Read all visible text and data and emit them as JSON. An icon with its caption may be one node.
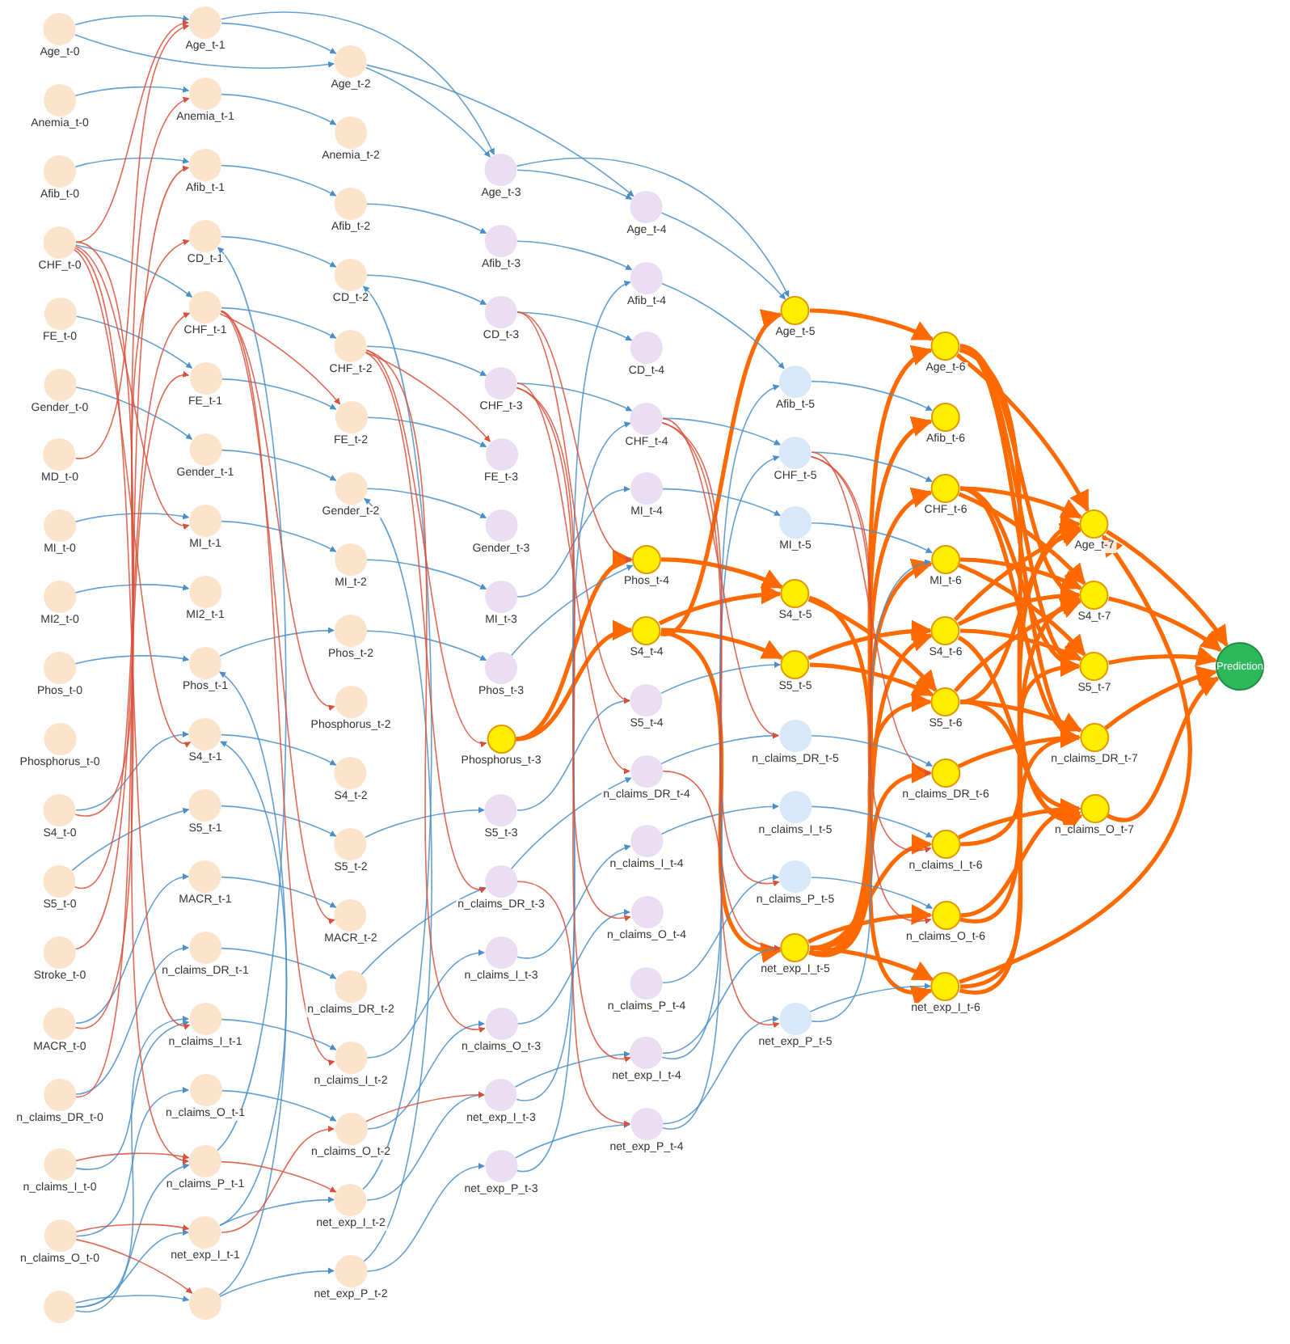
{
  "diagram": {
    "nodes": [
      {
        "text": [
          "Age_t-0"
        ]
      },
      {
        "text": [
          "Anemia_t-0"
        ]
      },
      {
        "text": [
          "Afib_t-0"
        ]
      },
      {
        "text": [
          "CHF_t-0"
        ]
      },
      {
        "text": [
          "FE_t-0"
        ]
      },
      {
        "text": [
          "Gender_t-0"
        ]
      },
      {
        "text": [
          "MD_t-0"
        ]
      },
      {
        "text": [
          "MI_t-0"
        ]
      },
      {
        "text": [
          "MI2_t-0"
        ]
      },
      {
        "text": [
          "Phos_t-0"
        ]
      },
      {
        "text": [
          "Phosphorus_t-0"
        ]
      },
      {
        "text": [
          "S4_t-0"
        ]
      },
      {
        "text": [
          "S5_t-0"
        ]
      },
      {
        "text": [
          "Stroke_t-0"
        ]
      },
      {
        "text": [
          "MACR_t-0"
        ]
      },
      {
        "text": [
          "n_claims_DR_t-0"
        ]
      },
      {
        "text": [
          "n_claims_I_t-0"
        ]
      },
      {
        "text": [
          "n_claims_O_t-0"
        ]
      },
      {
        "text": [],
        "shape": "circle"
      },
      {
        "text": [
          "Age_t-1"
        ]
      },
      {
        "text": [
          "Anemia_t-1"
        ]
      },
      {
        "text": [
          "Afib_t-1"
        ]
      },
      {
        "text": [
          "CD_t-1"
        ]
      },
      {
        "text": [
          "CHF_t-1"
        ]
      },
      {
        "text": [
          "FE_t-1"
        ]
      },
      {
        "text": [
          "Gender_t-1"
        ]
      },
      {
        "text": [
          "MI_t-1"
        ]
      },
      {
        "text": [
          "MI2_t-1"
        ]
      },
      {
        "text": [
          "Phos_t-1"
        ]
      },
      {
        "text": [
          "S4_t-1"
        ]
      },
      {
        "text": [
          "S5_t-1"
        ]
      },
      {
        "text": [
          "MACR_t-1"
        ]
      },
      {
        "text": [
          "n_claims_DR_t-1"
        ]
      },
      {
        "text": [
          "n_claims_I_t-1"
        ]
      },
      {
        "text": [
          "n_claims_O_t-1"
        ]
      },
      {
        "text": [
          "n_claims_P_t-1"
        ]
      },
      {
        "text": [
          "net_exp_I_t-1"
        ]
      },
      {
        "text": [],
        "shape": "circle"
      },
      {
        "text": [
          "Age_t-2"
        ]
      },
      {
        "text": [
          "Anemia_t-2"
        ]
      },
      {
        "text": [
          "Afib_t-2"
        ]
      },
      {
        "text": [
          "CD_t-2"
        ]
      },
      {
        "text": [
          "CHF_t-2"
        ]
      },
      {
        "text": [
          "FE_t-2"
        ]
      },
      {
        "text": [
          "Gender_t-2"
        ]
      },
      {
        "text": [
          "MI_t-2"
        ]
      },
      {
        "text": [
          "Phos_t-2"
        ]
      },
      {
        "text": [
          "Phosphorus_t-2"
        ]
      },
      {
        "text": [
          "S4_t-2"
        ]
      },
      {
        "text": [
          "S5_t-2"
        ]
      },
      {
        "text": [
          "MACR_t-2"
        ]
      },
      {
        "text": [
          "n_claims_DR_t-2"
        ]
      },
      {
        "text": [
          "n_claims_I_t-2"
        ]
      },
      {
        "text": [
          "n_claims_O_t-2"
        ]
      },
      {
        "text": [
          "net_exp_I_t-2"
        ]
      },
      {
        "text": [
          "net_exp_P_t-2"
        ]
      },
      {
        "text": [
          "Age_t-3"
        ]
      },
      {
        "text": [
          "Afib_t-3"
        ]
      },
      {
        "text": [
          "CD_t-3"
        ]
      },
      {
        "text": [
          "CHF_t-3"
        ]
      },
      {
        "text": [
          "FE_t-3"
        ]
      },
      {
        "text": [
          "Gender_t-3"
        ]
      },
      {
        "text": [
          "MI_t-3"
        ]
      },
      {
        "text": [
          "Phos_t-3"
        ]
      },
      {
        "text": [
          "Phosphorus_t-3"
        ]
      },
      {
        "text": [
          "S5_t-3"
        ]
      },
      {
        "text": [
          "n_claims_DR_t-3"
        ]
      },
      {
        "text": [
          "n_claims_I_t-3"
        ]
      },
      {
        "text": [
          "n_claims_O_t-3"
        ]
      },
      {
        "text": [
          "net_exp_I_t-3"
        ]
      },
      {
        "text": [
          "net_exp_P_t-3"
        ]
      },
      {
        "text": [
          "Age_t-4"
        ]
      },
      {
        "text": [
          "Afib_t-4"
        ]
      },
      {
        "text": [
          "CD_t-4"
        ]
      },
      {
        "text": [
          "CHF_t-4"
        ]
      },
      {
        "text": [
          "MI_t-4"
        ]
      },
      {
        "text": [
          "Phos_t-4"
        ]
      },
      {
        "text": [
          "S4_t-4"
        ]
      },
      {
        "text": [
          "S5_t-4"
        ]
      },
      {
        "text": [
          "n_claims_DR_t-4"
        ]
      },
      {
        "text": [
          "n_claims_I_t-4"
        ]
      },
      {
        "text": [
          "n_claims_O_t-4"
        ]
      },
      {
        "text": [
          "n_claims_P_t-4"
        ]
      },
      {
        "text": [
          "net_exp_I_t-4"
        ]
      },
      {
        "text": [
          "net_exp_P_t-4"
        ]
      },
      {
        "text": [
          "Age_t-5"
        ]
      },
      {
        "text": [
          "Afib_t-5"
        ]
      },
      {
        "text": [
          "CHF_t-5"
        ]
      },
      {
        "text": [
          "MI_t-5"
        ]
      },
      {
        "text": [
          "S4_t-5"
        ]
      },
      {
        "text": [
          "S5_t-5"
        ]
      },
      {
        "text": [
          "n_claims_DR_t-5"
        ]
      },
      {
        "text": [
          "n_claims_I_t-5"
        ]
      },
      {
        "text": [
          "n_claims_P_t-5"
        ]
      },
      {
        "text": [
          "net_exp_I_t-5"
        ]
      },
      {
        "text": [
          "net_exp_P_t-5"
        ]
      },
      {
        "text": [
          "Age_t-6"
        ]
      },
      {
        "text": [
          "Afib_t-6"
        ]
      },
      {
        "text": [
          "CHF_t-6"
        ]
      },
      {
        "text": [
          "MI_t-6"
        ]
      },
      {
        "text": [
          "S4_t-6"
        ]
      },
      {
        "text": [
          "S5_t-6"
        ]
      },
      {
        "text": [
          "n_claims_DR_t-6"
        ]
      },
      {
        "text": [
          "n_claims_I_t-6"
        ]
      },
      {
        "text": [
          "n_claims_O_t-6"
        ]
      },
      {
        "text": [
          "net_exp_I_t-6"
        ]
      },
      {
        "text": [
          "Age_t-7"
        ]
      },
      {
        "text": [
          "S4_t-7"
        ]
      },
      {
        "text": [
          "S5_t-7"
        ]
      },
      {
        "text": [
          "n_claims_DR_t-7"
        ]
      },
      {
        "text": [
          "n_claims_O_t-7"
        ]
      },
      {
        "text": [
          "Prediction"
        ]
      }
    ],
    "edges": [
      {
        "from": 106,
        "to": 111,
        "arrow": "to",
        "style": "thick",
        "color": "#ff6a00"
      },
      {
        "from": 107,
        "to": 111,
        "arrow": "to",
        "style": "thick",
        "color": "#ff6a00"
      },
      {
        "from": 108,
        "to": 111,
        "arrow": "to",
        "style": "thick",
        "color": "#ff6a00"
      },
      {
        "from": 109,
        "to": 111,
        "arrow": "to",
        "style": "thick",
        "color": "#ff6a00"
      },
      {
        "from": 110,
        "to": 111,
        "arrow": "to",
        "style": "thick",
        "color": "#ff6a00"
      },
      {
        "from": 96,
        "to": 106,
        "arrow": "to",
        "style": "thick",
        "color": "#ff6a00"
      },
      {
        "from": 96,
        "to": 107,
        "arrow": "to",
        "style": "thick",
        "color": "#ff6a00"
      },
      {
        "from": 96,
        "to": 108,
        "arrow": "to",
        "style": "thick",
        "color": "#ff6a00"
      },
      {
        "from": 96,
        "to": 109,
        "arrow": "to",
        "style": "thick",
        "color": "#ff6a00"
      },
      {
        "from": 96,
        "to": 110,
        "arrow": "to",
        "style": "thick",
        "color": "#ff6a00"
      },
      {
        "from": 98,
        "to": 106,
        "arrow": "to",
        "style": "thick",
        "color": "#ff6a00"
      },
      {
        "from": 98,
        "to": 107,
        "arrow": "to",
        "style": "thick",
        "color": "#ff6a00"
      },
      {
        "from": 98,
        "to": 108,
        "arrow": "to",
        "style": "thick",
        "color": "#ff6a00"
      },
      {
        "from": 98,
        "to": 109,
        "arrow": "to",
        "style": "thick",
        "color": "#ff6a00"
      },
      {
        "from": 99,
        "to": 107,
        "arrow": "to",
        "style": "thick",
        "color": "#ff6a00"
      },
      {
        "from": 99,
        "to": 108,
        "arrow": "to",
        "style": "thick",
        "color": "#ff6a00"
      },
      {
        "from": 100,
        "to": 106,
        "arrow": "to",
        "style": "thick",
        "color": "#ff6a00"
      },
      {
        "from": 100,
        "to": 107,
        "arrow": "to",
        "style": "thick",
        "color": "#ff6a00"
      },
      {
        "from": 100,
        "to": 108,
        "arrow": "to",
        "style": "thick",
        "color": "#ff6a00"
      },
      {
        "from": 100,
        "to": 110,
        "arrow": "to",
        "style": "thick",
        "color": "#ff6a00"
      },
      {
        "from": 101,
        "to": 106,
        "arrow": "to",
        "style": "thick",
        "color": "#ff6a00"
      },
      {
        "from": 101,
        "to": 107,
        "arrow": "to",
        "style": "thick",
        "color": "#ff6a00"
      },
      {
        "from": 101,
        "to": 109,
        "arrow": "to",
        "style": "thick",
        "color": "#ff6a00"
      },
      {
        "from": 101,
        "to": 110,
        "arrow": "to",
        "style": "thick",
        "color": "#ff6a00"
      },
      {
        "from": 102,
        "to": 109,
        "arrow": "to",
        "style": "thick",
        "color": "#ff6a00"
      },
      {
        "from": 103,
        "to": 108,
        "arrow": "to",
        "style": "thick",
        "color": "#ff6a00"
      },
      {
        "from": 103,
        "to": 110,
        "arrow": "to",
        "style": "thick",
        "color": "#ff6a00"
      },
      {
        "from": 104,
        "to": 106,
        "arrow": "to",
        "style": "thick",
        "color": "#ff6a00"
      },
      {
        "from": 104,
        "to": 110,
        "arrow": "to",
        "style": "thick",
        "color": "#ff6a00"
      },
      {
        "from": 105,
        "to": 106,
        "arrow": "to",
        "style": "thick",
        "color": "#ff6a00"
      },
      {
        "from": 105,
        "to": 107,
        "arrow": "to",
        "style": "thick",
        "color": "#ff6a00"
      },
      {
        "from": 105,
        "to": 109,
        "arrow": "to",
        "style": "thick",
        "color": "#ff6a00"
      },
      {
        "from": 85,
        "to": 96,
        "arrow": "to",
        "style": "thick",
        "color": "#ff6a00"
      },
      {
        "from": 89,
        "to": 101,
        "arrow": "to",
        "style": "thick",
        "color": "#ff6a00"
      },
      {
        "from": 89,
        "to": 105,
        "arrow": "to",
        "style": "thick",
        "color": "#ff6a00"
      },
      {
        "from": 90,
        "to": 100,
        "arrow": "to",
        "style": "thick",
        "color": "#ff6a00"
      },
      {
        "from": 90,
        "to": 101,
        "arrow": "to",
        "style": "thick",
        "color": "#ff6a00"
      },
      {
        "from": 94,
        "to": 96,
        "arrow": "to",
        "style": "thick",
        "color": "#ff6a00"
      },
      {
        "from": 94,
        "to": 97,
        "arrow": "to",
        "style": "thick",
        "color": "#ff6a00"
      },
      {
        "from": 94,
        "to": 98,
        "arrow": "to",
        "style": "thick",
        "color": "#ff6a00"
      },
      {
        "from": 94,
        "to": 99,
        "arrow": "to",
        "style": "thick",
        "color": "#ff6a00"
      },
      {
        "from": 94,
        "to": 100,
        "arrow": "to",
        "style": "thick",
        "color": "#ff6a00"
      },
      {
        "from": 94,
        "to": 101,
        "arrow": "to",
        "style": "thick",
        "color": "#ff6a00"
      },
      {
        "from": 94,
        "to": 102,
        "arrow": "to",
        "style": "thick",
        "color": "#ff6a00"
      },
      {
        "from": 94,
        "to": 103,
        "arrow": "to",
        "style": "thick",
        "color": "#ff6a00"
      },
      {
        "from": 94,
        "to": 104,
        "arrow": "to",
        "style": "thick",
        "color": "#ff6a00"
      },
      {
        "from": 94,
        "to": 105,
        "arrow": "to",
        "style": "thick",
        "color": "#ff6a00"
      },
      {
        "from": 76,
        "to": 89,
        "arrow": "to",
        "style": "thick",
        "color": "#ff6a00"
      },
      {
        "from": 77,
        "to": 85,
        "arrow": "to",
        "style": "thick",
        "color": "#ff6a00"
      },
      {
        "from": 77,
        "to": 89,
        "arrow": "to",
        "style": "thick",
        "color": "#ff6a00"
      },
      {
        "from": 77,
        "to": 90,
        "arrow": "to",
        "style": "thick",
        "color": "#ff6a00"
      },
      {
        "from": 77,
        "to": 94,
        "arrow": "to",
        "style": "thick",
        "color": "#ff6a00"
      },
      {
        "from": 64,
        "to": 76,
        "arrow": "to",
        "style": "thick",
        "color": "#ff6a00"
      },
      {
        "from": 64,
        "to": 77,
        "arrow": "to",
        "style": "thick",
        "color": "#ff6a00"
      },
      {
        "from": 0,
        "to": 19,
        "arrow": "to"
      },
      {
        "from": 1,
        "to": 20,
        "arrow": "to"
      },
      {
        "from": 2,
        "to": 21,
        "arrow": "to"
      },
      {
        "from": 3,
        "to": 23,
        "arrow": "to"
      },
      {
        "from": 4,
        "to": 24,
        "arrow": "to"
      },
      {
        "from": 5,
        "to": 25,
        "arrow": "to"
      },
      {
        "from": 7,
        "to": 26,
        "arrow": "to"
      },
      {
        "from": 8,
        "to": 27,
        "arrow": "to"
      },
      {
        "from": 9,
        "to": 28,
        "arrow": "to"
      },
      {
        "from": 11,
        "to": 29,
        "arrow": "to"
      },
      {
        "from": 12,
        "to": 30,
        "arrow": "to"
      },
      {
        "from": 14,
        "to": 31,
        "arrow": "to"
      },
      {
        "from": 15,
        "to": 32,
        "arrow": "to"
      },
      {
        "from": 16,
        "to": 33,
        "arrow": "to"
      },
      {
        "from": 17,
        "to": 34,
        "arrow": "to"
      },
      {
        "from": 19,
        "to": 38,
        "arrow": "to"
      },
      {
        "from": 20,
        "to": 39,
        "arrow": "to"
      },
      {
        "from": 21,
        "to": 40,
        "arrow": "to"
      },
      {
        "from": 22,
        "to": 41,
        "arrow": "to"
      },
      {
        "from": 23,
        "to": 42,
        "arrow": "to"
      },
      {
        "from": 24,
        "to": 43,
        "arrow": "to"
      },
      {
        "from": 25,
        "to": 44,
        "arrow": "to"
      },
      {
        "from": 26,
        "to": 45,
        "arrow": "to"
      },
      {
        "from": 28,
        "to": 46,
        "arrow": "to"
      },
      {
        "from": 29,
        "to": 48,
        "arrow": "to"
      },
      {
        "from": 30,
        "to": 49,
        "arrow": "to"
      },
      {
        "from": 31,
        "to": 50,
        "arrow": "to"
      },
      {
        "from": 32,
        "to": 51,
        "arrow": "to"
      },
      {
        "from": 33,
        "to": 52,
        "arrow": "to"
      },
      {
        "from": 34,
        "to": 53,
        "arrow": "to"
      },
      {
        "from": 36,
        "to": 54,
        "arrow": "to"
      },
      {
        "from": 38,
        "to": 56,
        "arrow": "to"
      },
      {
        "from": 40,
        "to": 57,
        "arrow": "to"
      },
      {
        "from": 41,
        "to": 58,
        "arrow": "to"
      },
      {
        "from": 42,
        "to": 59,
        "arrow": "to"
      },
      {
        "from": 43,
        "to": 60,
        "arrow": "to"
      },
      {
        "from": 44,
        "to": 61,
        "arrow": "to"
      },
      {
        "from": 45,
        "to": 62,
        "arrow": "to"
      },
      {
        "from": 46,
        "to": 63,
        "arrow": "to"
      },
      {
        "from": 49,
        "to": 65,
        "arrow": "to"
      },
      {
        "from": 51,
        "to": 66,
        "arrow": "to"
      },
      {
        "from": 52,
        "to": 67,
        "arrow": "to"
      },
      {
        "from": 53,
        "to": 68,
        "arrow": "to"
      },
      {
        "from": 54,
        "to": 69,
        "arrow": "to"
      },
      {
        "from": 55,
        "to": 70,
        "arrow": "to"
      },
      {
        "from": 56,
        "to": 71,
        "arrow": "to"
      },
      {
        "from": 57,
        "to": 72,
        "arrow": "to"
      },
      {
        "from": 58,
        "to": 73,
        "arrow": "to"
      },
      {
        "from": 59,
        "to": 74,
        "arrow": "to"
      },
      {
        "from": 62,
        "to": 75,
        "arrow": "to"
      },
      {
        "from": 63,
        "to": 76,
        "arrow": "to"
      },
      {
        "from": 65,
        "to": 78,
        "arrow": "to"
      },
      {
        "from": 66,
        "to": 79,
        "arrow": "to"
      },
      {
        "from": 67,
        "to": 80,
        "arrow": "to"
      },
      {
        "from": 68,
        "to": 81,
        "arrow": "to"
      },
      {
        "from": 69,
        "to": 83,
        "arrow": "to"
      },
      {
        "from": 70,
        "to": 84,
        "arrow": "to"
      },
      {
        "from": 71,
        "to": 85,
        "arrow": "to"
      },
      {
        "from": 72,
        "to": 86,
        "arrow": "to"
      },
      {
        "from": 74,
        "to": 87,
        "arrow": "to"
      },
      {
        "from": 75,
        "to": 88,
        "arrow": "to"
      },
      {
        "from": 78,
        "to": 90,
        "arrow": "to"
      },
      {
        "from": 79,
        "to": 91,
        "arrow": "to"
      },
      {
        "from": 80,
        "to": 92,
        "arrow": "to"
      },
      {
        "from": 82,
        "to": 93,
        "arrow": "to"
      },
      {
        "from": 83,
        "to": 94,
        "arrow": "to"
      },
      {
        "from": 84,
        "to": 95,
        "arrow": "to"
      },
      {
        "from": 86,
        "to": 97,
        "arrow": "to"
      },
      {
        "from": 87,
        "to": 98,
        "arrow": "to"
      },
      {
        "from": 88,
        "to": 99,
        "arrow": "to"
      },
      {
        "from": 91,
        "to": 102,
        "arrow": "to"
      },
      {
        "from": 92,
        "to": 103,
        "arrow": "to"
      },
      {
        "from": 93,
        "to": 104,
        "arrow": "to"
      },
      {
        "from": 95,
        "to": 105,
        "arrow": "to"
      },
      {
        "from": 0,
        "to": 38,
        "arrow": "to"
      },
      {
        "from": 19,
        "to": 56,
        "arrow": "to"
      },
      {
        "from": 38,
        "to": 71,
        "arrow": "to"
      },
      {
        "from": 56,
        "to": 85,
        "arrow": "to"
      },
      {
        "from": 18,
        "to": 33,
        "arrow": "to"
      },
      {
        "from": 18,
        "to": 35,
        "arrow": "to"
      },
      {
        "from": 18,
        "to": 36,
        "arrow": "to"
      },
      {
        "from": 18,
        "to": 37,
        "arrow": "to"
      },
      {
        "from": 35,
        "to": 22,
        "arrow": "to"
      },
      {
        "from": 36,
        "to": 29,
        "arrow": "to"
      },
      {
        "from": 37,
        "to": 28,
        "arrow": "to"
      },
      {
        "from": 54,
        "to": 41,
        "arrow": "to"
      },
      {
        "from": 55,
        "to": 44,
        "arrow": "to"
      },
      {
        "from": 69,
        "to": 74,
        "arrow": "to"
      },
      {
        "from": 70,
        "to": 72,
        "arrow": "to"
      },
      {
        "from": 84,
        "to": 86,
        "arrow": "to"
      },
      {
        "from": 83,
        "to": 87,
        "arrow": "to"
      },
      {
        "from": 95,
        "to": 99,
        "arrow": "to"
      },
      {
        "from": 37,
        "to": 55,
        "arrow": "to"
      },
      {
        "from": 3,
        "to": 19,
        "arrow": "to",
        "color": "#d9503a"
      },
      {
        "from": 3,
        "to": 26,
        "arrow": "to",
        "color": "#d9503a"
      },
      {
        "from": 3,
        "to": 29,
        "arrow": "to",
        "color": "#d9503a"
      },
      {
        "from": 3,
        "to": 33,
        "arrow": "to",
        "color": "#d9503a"
      },
      {
        "from": 3,
        "to": 35,
        "arrow": "to",
        "color": "#d9503a"
      },
      {
        "from": 16,
        "to": 35,
        "arrow": "to",
        "color": "#d9503a"
      },
      {
        "from": 17,
        "to": 36,
        "arrow": "to",
        "color": "#d9503a"
      },
      {
        "from": 17,
        "to": 37,
        "arrow": "to",
        "color": "#d9503a"
      },
      {
        "from": 6,
        "to": 19,
        "arrow": "to",
        "color": "#d9503a"
      },
      {
        "from": 11,
        "to": 22,
        "arrow": "to",
        "color": "#d9503a"
      },
      {
        "from": 12,
        "to": 23,
        "arrow": "to",
        "color": "#d9503a"
      },
      {
        "from": 13,
        "to": 24,
        "arrow": "to",
        "color": "#d9503a"
      },
      {
        "from": 14,
        "to": 20,
        "arrow": "to",
        "color": "#d9503a"
      },
      {
        "from": 15,
        "to": 21,
        "arrow": "to",
        "color": "#d9503a"
      },
      {
        "from": 23,
        "to": 43,
        "arrow": "to",
        "color": "#d9503a"
      },
      {
        "from": 23,
        "to": 47,
        "arrow": "to",
        "color": "#d9503a"
      },
      {
        "from": 23,
        "to": 50,
        "arrow": "to",
        "color": "#d9503a"
      },
      {
        "from": 23,
        "to": 52,
        "arrow": "to",
        "color": "#d9503a"
      },
      {
        "from": 35,
        "to": 54,
        "arrow": "to",
        "color": "#d9503a"
      },
      {
        "from": 36,
        "to": 53,
        "arrow": "to",
        "color": "#d9503a"
      },
      {
        "from": 42,
        "to": 60,
        "arrow": "to",
        "color": "#d9503a"
      },
      {
        "from": 42,
        "to": 64,
        "arrow": "to",
        "color": "#d9503a"
      },
      {
        "from": 42,
        "to": 66,
        "arrow": "to",
        "color": "#d9503a"
      },
      {
        "from": 42,
        "to": 68,
        "arrow": "to",
        "color": "#d9503a"
      },
      {
        "from": 53,
        "to": 69,
        "arrow": "to",
        "color": "#d9503a"
      },
      {
        "from": 58,
        "to": 76,
        "arrow": "to",
        "color": "#d9503a"
      },
      {
        "from": 58,
        "to": 78,
        "arrow": "to",
        "color": "#d9503a"
      },
      {
        "from": 59,
        "to": 79,
        "arrow": "to",
        "color": "#d9503a"
      },
      {
        "from": 59,
        "to": 81,
        "arrow": "to",
        "color": "#d9503a"
      },
      {
        "from": 59,
        "to": 83,
        "arrow": "to",
        "color": "#d9503a"
      },
      {
        "from": 66,
        "to": 84,
        "arrow": "to",
        "color": "#d9503a"
      },
      {
        "from": 74,
        "to": 91,
        "arrow": "to",
        "color": "#d9503a"
      },
      {
        "from": 74,
        "to": 93,
        "arrow": "to",
        "color": "#d9503a"
      },
      {
        "from": 74,
        "to": 95,
        "arrow": "to",
        "color": "#d9503a"
      },
      {
        "from": 79,
        "to": 94,
        "arrow": "to",
        "color": "#d9503a"
      },
      {
        "from": 87,
        "to": 102,
        "arrow": "to",
        "color": "#d9503a"
      },
      {
        "from": 87,
        "to": 103,
        "arrow": "to",
        "color": "#d9503a"
      },
      {
        "from": 87,
        "to": 104,
        "arrow": "to",
        "color": "#d9503a"
      }
    ]
  }
}
